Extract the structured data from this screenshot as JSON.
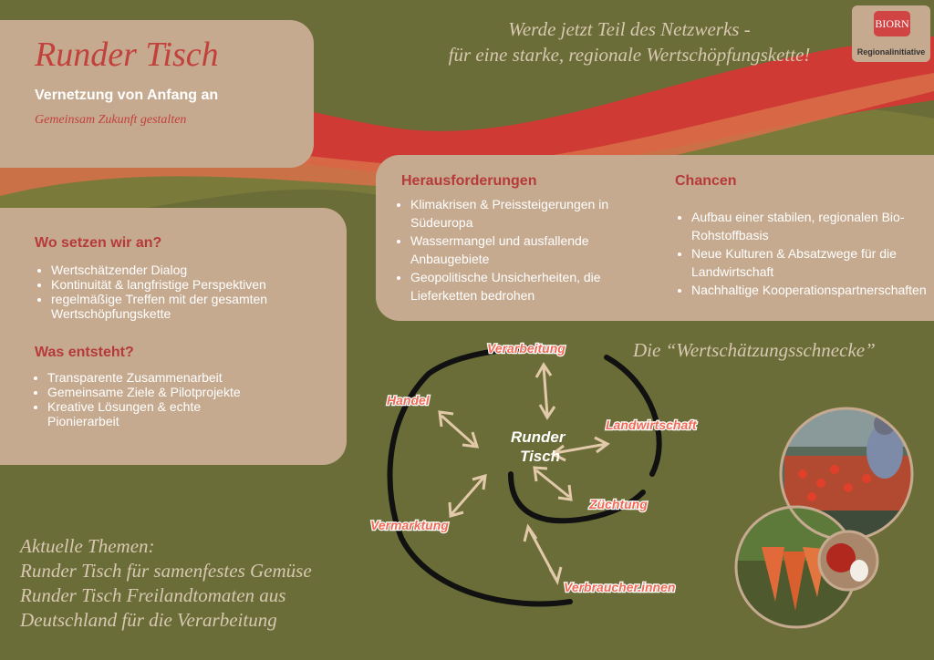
{
  "header": {
    "title": "Runder Tisch",
    "subtitle": "Vernetzung von Anfang an",
    "tagline": "Gemeinsam Zukunft gestalten"
  },
  "network_call": {
    "line1": "Werde jetzt Teil des Netzwerks -",
    "line2": "für eine starke, regionale Wertschöpfungskette!"
  },
  "logo": {
    "name": "BIORN",
    "label": "Regionalinitiative"
  },
  "where": {
    "heading": "Wo setzen wir an?",
    "items": [
      "Wertschätzender Dialog",
      "Kontinuität & langfristige Perspektiven",
      "regelmäßige Treffen mit der gesamten Wertschöpfungskette"
    ]
  },
  "result": {
    "heading": "Was entsteht?",
    "items": [
      "Transparente Zusammenarbeit",
      "Gemeinsame Ziele & Pilotprojekte",
      "Kreative Lösungen & echte Pionierarbeit"
    ]
  },
  "challenges": {
    "heading": "Herausforderungen",
    "items": [
      "Klimakrisen & Preissteigerungen in Südeuropa",
      "Wassermangel und ausfallende Anbaugebiete",
      "Geopolitische Unsicherheiten, die Lieferketten bedrohen"
    ]
  },
  "chances": {
    "heading": "Chancen",
    "items": [
      "Aufbau einer stabilen, regionalen Bio-Rohstoffbasis",
      "Neue Kulturen & Absatzwege für die Landwirtschaft",
      "Nachhaltige Kooperationspartnerschaften"
    ]
  },
  "snail": {
    "label": "Die “Wertschätzungsschnecke”",
    "center_line1": "Runder",
    "center_line2": "Tisch",
    "nodes": {
      "verarbeitung": "Verarbeitung",
      "handel": "Handel",
      "landwirtschaft": "Landwirtschaft",
      "zuechtung": "Züchtung",
      "vermarktung": "Vermarktung",
      "verbraucher": "Verbraucher.innen"
    }
  },
  "topics": {
    "heading": "Aktuelle Themen:",
    "line1": "Runder Tisch für samenfestes Gemüse",
    "line2": "Runder Tisch Freilandtomaten aus",
    "line3": "Deutschland für die Verarbeitung"
  },
  "colors": {
    "background": "#6b6d38",
    "card": "#c6aa8f",
    "accent_red": "#c2413c",
    "wave_red": "#cf3b34"
  }
}
